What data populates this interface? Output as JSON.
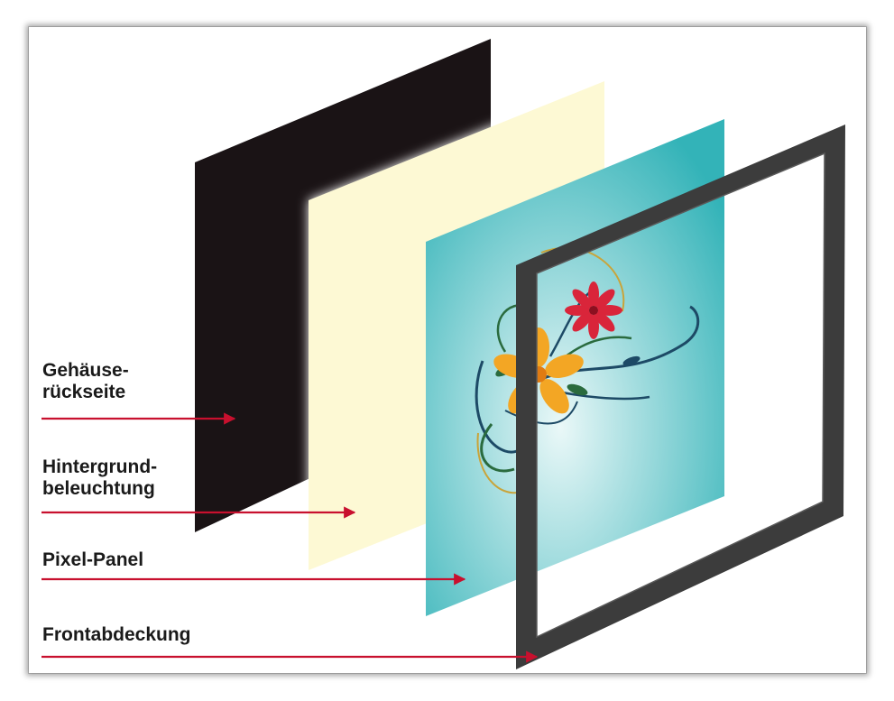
{
  "labels": {
    "back_cover": [
      "Gehäuse-",
      "rückseite"
    ],
    "backlight": [
      "Hintergrund-",
      "beleuchtung"
    ],
    "pixel_panel": [
      "Pixel-Panel"
    ],
    "front_cover": [
      "Frontabdeckung"
    ]
  },
  "colors": {
    "back_cover": "#1a1315",
    "backlight": "#fdf9d4",
    "pixel_panel": "#3ab8bd",
    "front_frame": "#3c3c3c",
    "arrow": "#c8102e",
    "flower_red": "#d9253a",
    "flower_orange": "#f3a624",
    "vine_dark": "#1d4a66",
    "vine_green": "#2a6b3e",
    "vine_gold": "#c9a43a"
  }
}
